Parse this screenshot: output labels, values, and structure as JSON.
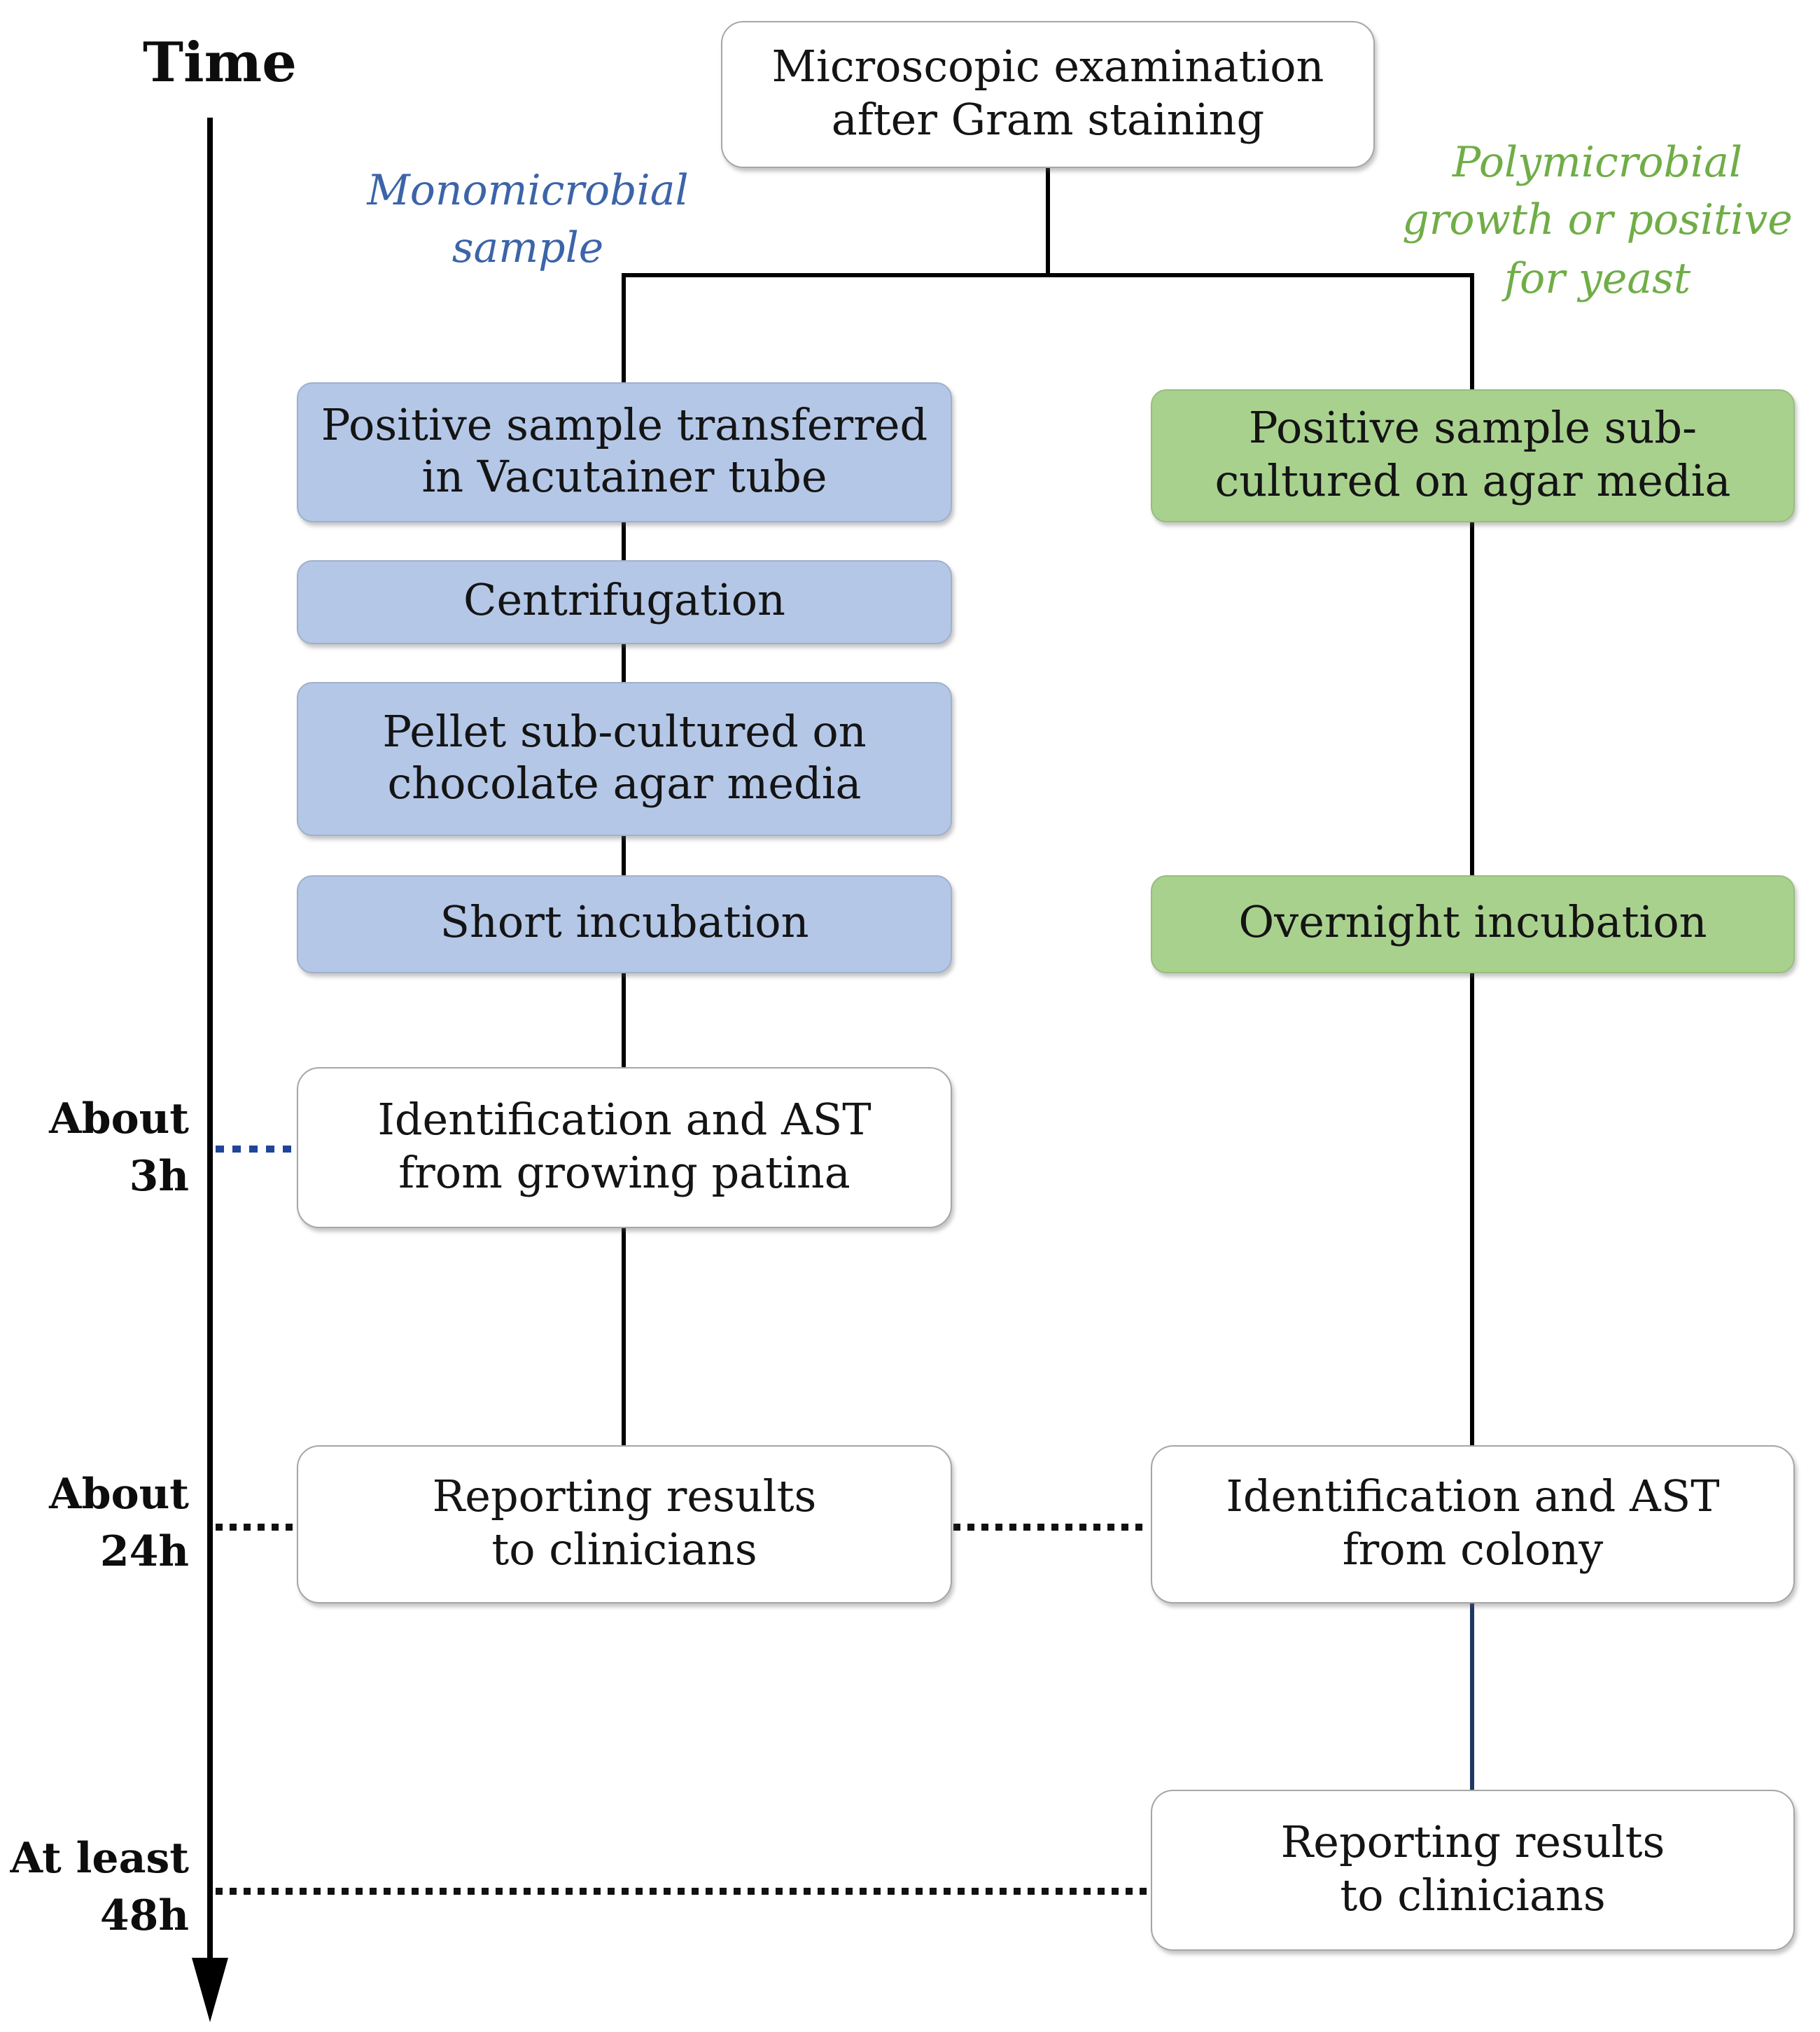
{
  "diagram": {
    "time_axis": {
      "label": "Time",
      "markers": [
        {
          "id": "3h",
          "label": "About\n3h"
        },
        {
          "id": "24h",
          "label": "About\n24h"
        },
        {
          "id": "48h",
          "label": "At least\n48h"
        }
      ]
    },
    "root": {
      "label": "Microscopic examination\nafter Gram staining"
    },
    "left_branch": {
      "label": "Monomicrobial\nsample",
      "steps": [
        {
          "label": "Positive sample transferred\nin Vacutainer tube",
          "style": "blue"
        },
        {
          "label": "Centrifugation",
          "style": "blue"
        },
        {
          "label": "Pellet sub-cultured on\nchocolate agar media",
          "style": "blue"
        },
        {
          "label": "Short incubation",
          "style": "blue"
        },
        {
          "label": "Identification and AST\nfrom growing patina",
          "style": "white"
        },
        {
          "label": "Reporting results\nto clinicians",
          "style": "white"
        }
      ]
    },
    "right_branch": {
      "label": "Polymicrobial\ngrowth or positive\nfor yeast",
      "steps": [
        {
          "label": "Positive sample sub-\ncultured on agar media",
          "style": "green"
        },
        {
          "label": "Overnight incubation",
          "style": "green"
        },
        {
          "label": "Identification and AST\nfrom colony",
          "style": "white"
        },
        {
          "label": "Reporting results\nto clinicians",
          "style": "white"
        }
      ]
    },
    "colors": {
      "blue_box_fill": "#b4c7e7",
      "green_box_fill": "#a9d18e",
      "white_box_fill": "#ffffff",
      "box_border": "#a6a6a6",
      "blue_label_text": "#3c64a8",
      "green_label_text": "#70ad47",
      "navy_connector": "#1f3864",
      "blue_dotted_line": "#20459a",
      "black_line": "#000000"
    }
  }
}
